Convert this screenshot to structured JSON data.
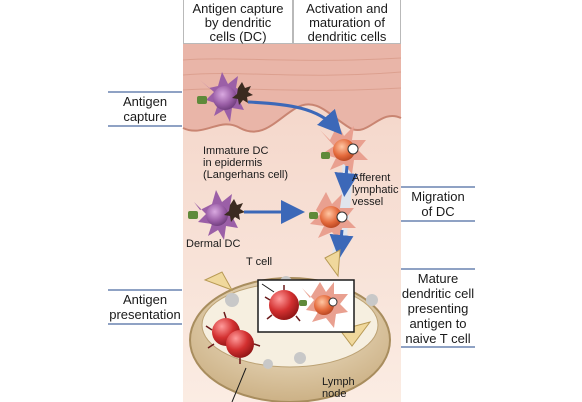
{
  "header": {
    "col1": [
      "Antigen capture",
      "by dendritic",
      "cells (DC)"
    ],
    "col2": [
      "Activation and",
      "maturation of",
      "dendritic cells"
    ]
  },
  "left_labels": {
    "capture": [
      "Antigen",
      "capture"
    ],
    "presentation": [
      "Antigen",
      "presentation"
    ]
  },
  "right_labels": {
    "migration": [
      "Migration",
      "of DC"
    ],
    "mature": [
      "Mature",
      "dendritic cell",
      "presenting",
      "antigen to",
      "naive T cell"
    ]
  },
  "annotations": {
    "immature_dc": [
      "Immature DC",
      "in epidermis",
      "(Langerhans cell)"
    ],
    "afferent": [
      "Afferent",
      "lymphatic",
      "vessel"
    ],
    "dermal_dc": "Dermal DC",
    "t_cell": "T cell",
    "lymph_node": [
      "Lymph",
      "node"
    ]
  },
  "colors": {
    "skin_background": "#f6ddcf",
    "epidermis": "#e9b5a8",
    "immature_dc": "#9b5fa7",
    "mature_dc": "#e46a3c",
    "t_cell": "#c82b2b",
    "arrow": "#3c68b8",
    "lymph_node": "#d9c4a0"
  }
}
